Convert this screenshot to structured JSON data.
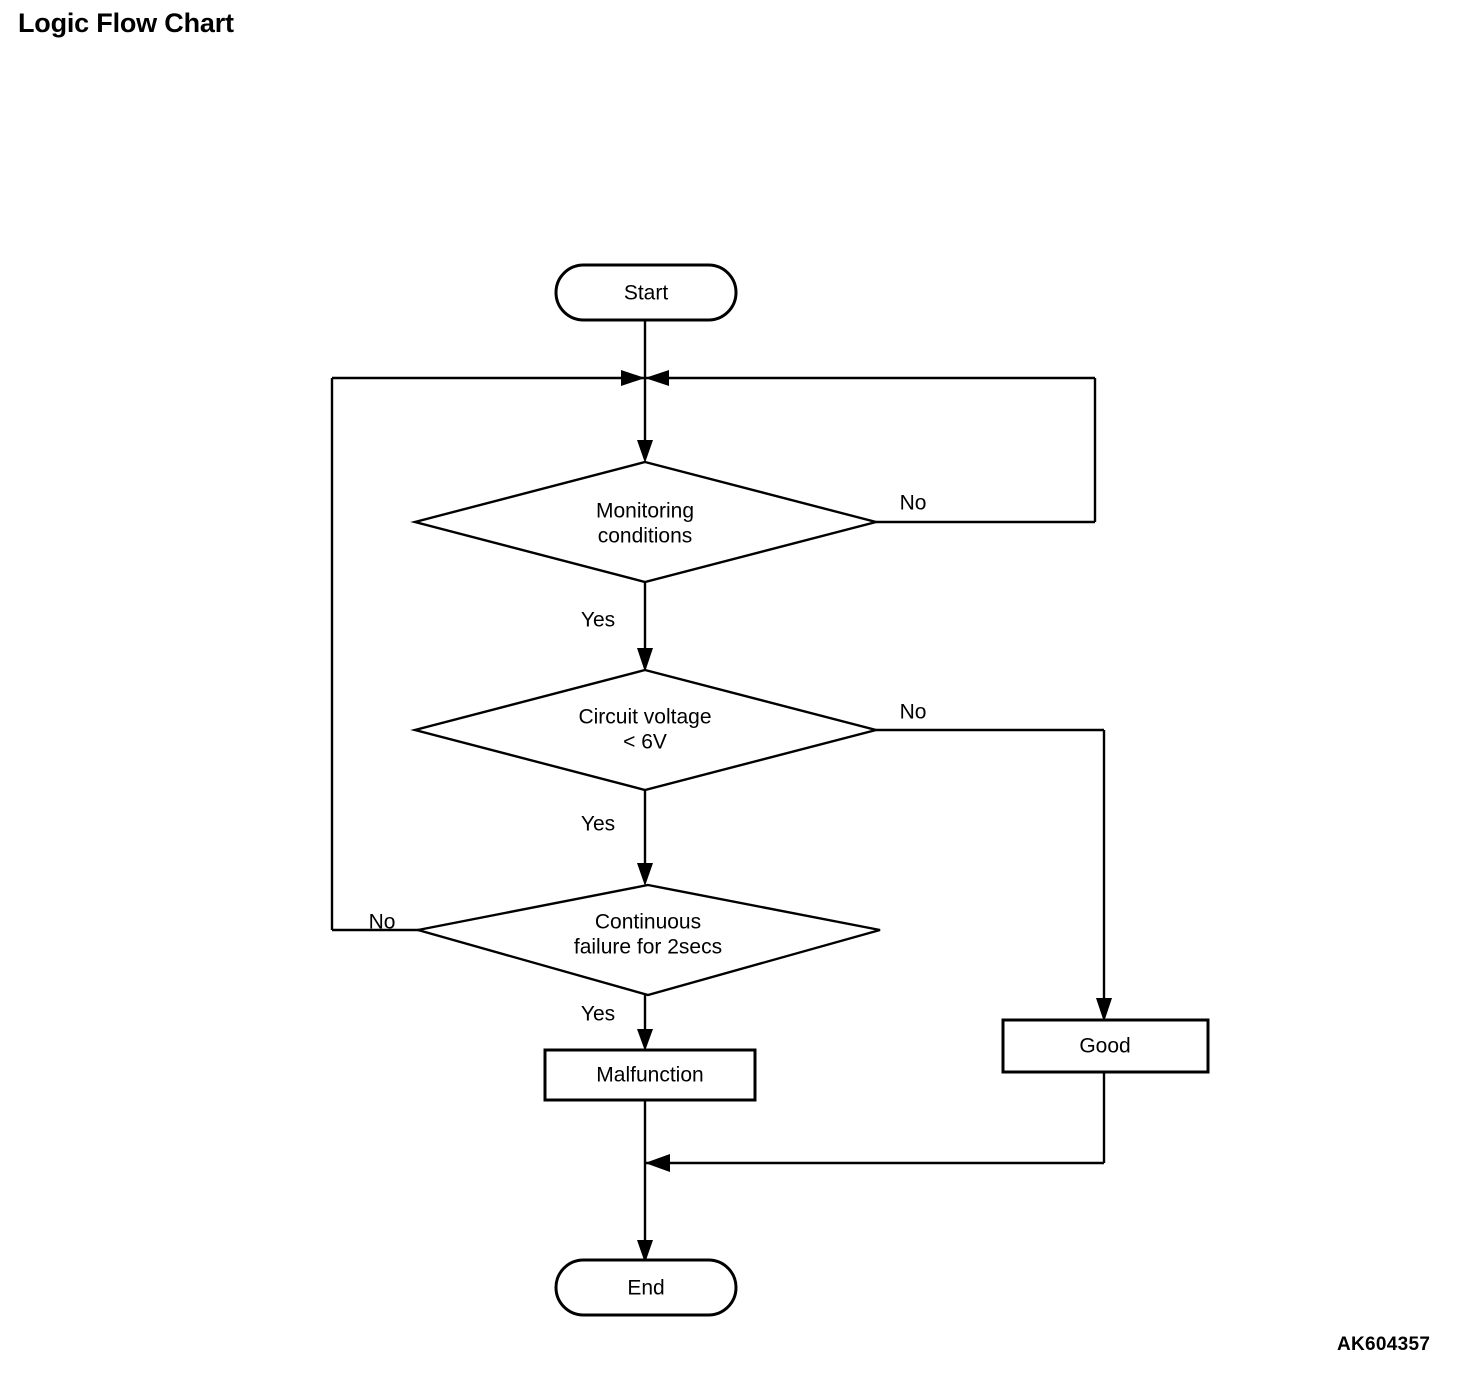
{
  "page": {
    "title": "Logic Flow Chart",
    "figure_code": "AK604357",
    "background_color": "#ffffff",
    "line_color": "#000000"
  },
  "chart_data": {
    "type": "diagram",
    "diagram_kind": "flowchart",
    "title": "Logic Flow Chart",
    "nodes": [
      {
        "id": "start",
        "shape": "terminator",
        "label": "Start",
        "label_line1": "Start",
        "label_line2": ""
      },
      {
        "id": "merge",
        "shape": "junction",
        "label": "",
        "label_line1": "",
        "label_line2": ""
      },
      {
        "id": "monitoring",
        "shape": "decision",
        "label": "Monitoring conditions",
        "label_line1": "Monitoring",
        "label_line2": "conditions"
      },
      {
        "id": "voltage",
        "shape": "decision",
        "label": "Circuit voltage < 6V",
        "label_line1": "Circuit voltage",
        "label_line2": "< 6V"
      },
      {
        "id": "continuous",
        "shape": "decision",
        "label": "Continuous failure for 2secs",
        "label_line1": "Continuous",
        "label_line2": "failure for 2secs"
      },
      {
        "id": "malfunction",
        "shape": "process",
        "label": "Malfunction",
        "label_line1": "Malfunction",
        "label_line2": ""
      },
      {
        "id": "good",
        "shape": "process",
        "label": "Good",
        "label_line1": "Good",
        "label_line2": ""
      },
      {
        "id": "end",
        "shape": "terminator",
        "label": "End",
        "label_line1": "End",
        "label_line2": ""
      }
    ],
    "edges": [
      {
        "from": "start",
        "to": "merge",
        "label": ""
      },
      {
        "from": "merge",
        "to": "monitoring",
        "label": ""
      },
      {
        "from": "monitoring",
        "to": "voltage",
        "label": "Yes"
      },
      {
        "from": "monitoring",
        "to": "merge",
        "label": "No"
      },
      {
        "from": "voltage",
        "to": "continuous",
        "label": "Yes"
      },
      {
        "from": "voltage",
        "to": "good",
        "label": "No"
      },
      {
        "from": "continuous",
        "to": "malfunction",
        "label": "Yes"
      },
      {
        "from": "continuous",
        "to": "merge",
        "label": "No"
      },
      {
        "from": "malfunction",
        "to": "end",
        "label": ""
      },
      {
        "from": "good",
        "to": "end",
        "label": ""
      }
    ]
  },
  "labels": {
    "start": "Start",
    "end": "End",
    "malfunction": "Malfunction",
    "good": "Good",
    "monitoring_l1": "Monitoring",
    "monitoring_l2": "conditions",
    "voltage_l1": "Circuit voltage",
    "voltage_l2": "< 6V",
    "continuous_l1": "Continuous",
    "continuous_l2": "failure for 2secs",
    "no_monitoring": "No",
    "yes_monitoring": "Yes",
    "no_voltage": "No",
    "yes_voltage": "Yes",
    "no_continuous": "No",
    "yes_continuous": "Yes"
  }
}
